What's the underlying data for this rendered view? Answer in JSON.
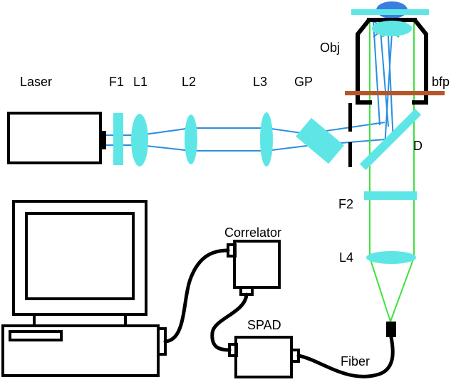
{
  "labels": {
    "laser": "Laser",
    "f1": "F1",
    "l1": "L1",
    "l2": "L2",
    "l3": "L3",
    "gp": "GP",
    "obj": "Obj",
    "bfp": "bfp",
    "d": "D",
    "f2": "F2",
    "l4": "L4",
    "correlator": "Correlator",
    "spad": "SPAD",
    "fiber": "Fiber"
  },
  "colors": {
    "optic": "#5ee6e6",
    "excitation_beam": "#2a8ee0",
    "fluorescence_beam": "#3ee23e",
    "back_focal_plane": "#b5562a",
    "sample_drop": "#3a7fe0"
  },
  "icons": [
    "computer-icon",
    "laser-box",
    "objective-icon",
    "dichroic-mirror",
    "spad-detector",
    "correlator-box"
  ]
}
